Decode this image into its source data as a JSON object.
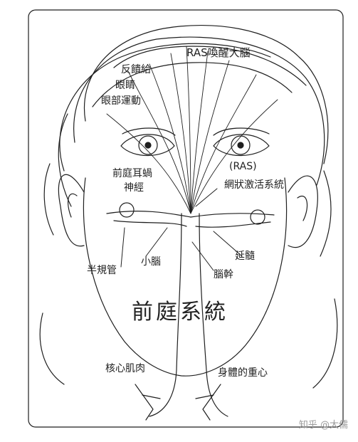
{
  "labels": {
    "ras_wake": "RAS喚醒大腦",
    "feedback": "反饋給",
    "eyes": "眼睛",
    "eye_movement": "眼部運動",
    "ras": "(RAS)",
    "reticular": "網狀激活系統",
    "vestibular_nerve_1": "前庭耳蝸",
    "vestibular_nerve_2": "神經",
    "semicircular": "半規管",
    "cerebellum": "小腦",
    "medulla": "延髓",
    "brainstem": "腦幹",
    "title": "前庭系統",
    "core_muscles": "核心肌肉",
    "center_of_gravity": "身體的重心"
  },
  "watermark": "知乎 @大儒",
  "colors": {
    "ink": "#1f1f1f",
    "paper": "#ffffff",
    "watermark": "#9a9a9a"
  }
}
